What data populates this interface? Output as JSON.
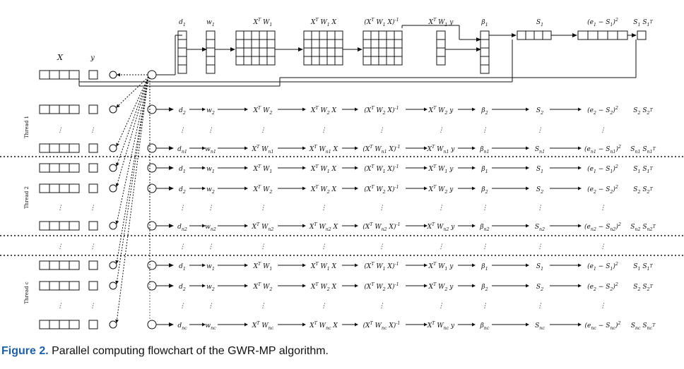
{
  "caption": {
    "label": "Figure 2.",
    "text": " Parallel computing flowchart of the GWR-MP algorithm."
  },
  "inputs": {
    "x_label": "X",
    "y_label": "y"
  },
  "header_labels": [
    "d_1",
    "w_1",
    "X^T W_1",
    "X^T W_1 X",
    "(X^T W_1 X)^-1",
    "X^T W_1 y",
    "β_1",
    "S_1",
    "(e_1 − S_1)^2",
    "S_1 S_1^T"
  ],
  "threads": [
    {
      "name": "Thread 1",
      "rows": [
        [
          "d_2",
          "w_2",
          "X^T W_2",
          "X^T W_2 X",
          "(X^T W_2 X)^-1",
          "X^T W_2 y",
          "β_2",
          "S_2",
          "(e_2 − S_2)^2",
          "S_2 S_2^T"
        ],
        [
          "d_n1",
          "w_n1",
          "X^T W_n1",
          "X^T W_n1 X",
          "(X^T W_n1 X)^-1",
          "X^T W_n1 y",
          "β_n1",
          "S_n1",
          "(e_n1 − S_n1)^2",
          "S_n1 S_n1^T"
        ]
      ]
    },
    {
      "name": "Thread 2",
      "rows": [
        [
          "d_1",
          "w_1",
          "X^T W_1",
          "X^T W_1 X",
          "(X^T W_1 X)^-1",
          "X^T W_1 y",
          "β_1",
          "S_1",
          "(e_1 − S_1)^2",
          "S_1 S_1^T"
        ],
        [
          "d_2",
          "w_2",
          "X^T W_2",
          "X^T W_2 X",
          "(X^T W_2 X)^-1",
          "X^T W_2 y",
          "β_2",
          "S_2",
          "(e_2 − S_2)^2",
          "S_2 S_2^T"
        ],
        [
          "d_n2",
          "w_n2",
          "X^T W_n2",
          "X^T W_n2 X",
          "(X^T W_n2 X)^-1",
          "X^T W_n2 y",
          "β_n2",
          "S_n2",
          "(e_n2 − S_n2)^2",
          "S_n2 S_n2^T"
        ]
      ]
    },
    {
      "name": "Thread c",
      "rows": [
        [
          "d_1",
          "w_1",
          "X^T W_1",
          "X^T W_1 X",
          "(X^T W_1 X)^-1",
          "X^T W_1 y",
          "β_1",
          "S_1",
          "(e_1 − S_1)^2",
          "S_1 S_1^T"
        ],
        [
          "d_2",
          "w_2",
          "X^T W_2",
          "X^T W_2 X",
          "(X^T W_2 X)^-1",
          "X^T W_2 y",
          "β_2",
          "S_2",
          "(e_2 − S_2)^2",
          "S_2 S_2^T"
        ],
        [
          "d_nc",
          "w_nc",
          "X^T W_nc",
          "X^T W_nc X",
          "(X^T W_nc X)^-1",
          "X^T W_nc y",
          "β_nc",
          "S_nc",
          "(e_nc − S_nc)^2",
          "S_nc S_nc^T"
        ]
      ]
    }
  ]
}
